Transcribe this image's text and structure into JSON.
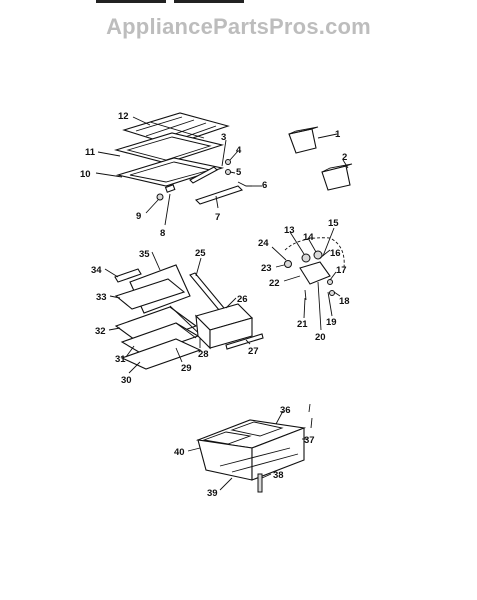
{
  "watermark": "AppliancePartsPros.com",
  "callouts": [
    "1",
    "2",
    "3",
    "4",
    "5",
    "6",
    "7",
    "8",
    "9",
    "10",
    "11",
    "12",
    "13",
    "14",
    "15",
    "16",
    "17",
    "18",
    "19",
    "20",
    "21",
    "22",
    "23",
    "24",
    "25",
    "26",
    "27",
    "28",
    "29",
    "30",
    "31",
    "32",
    "33",
    "34",
    "35",
    "36",
    "37",
    "38",
    "39",
    "40"
  ]
}
